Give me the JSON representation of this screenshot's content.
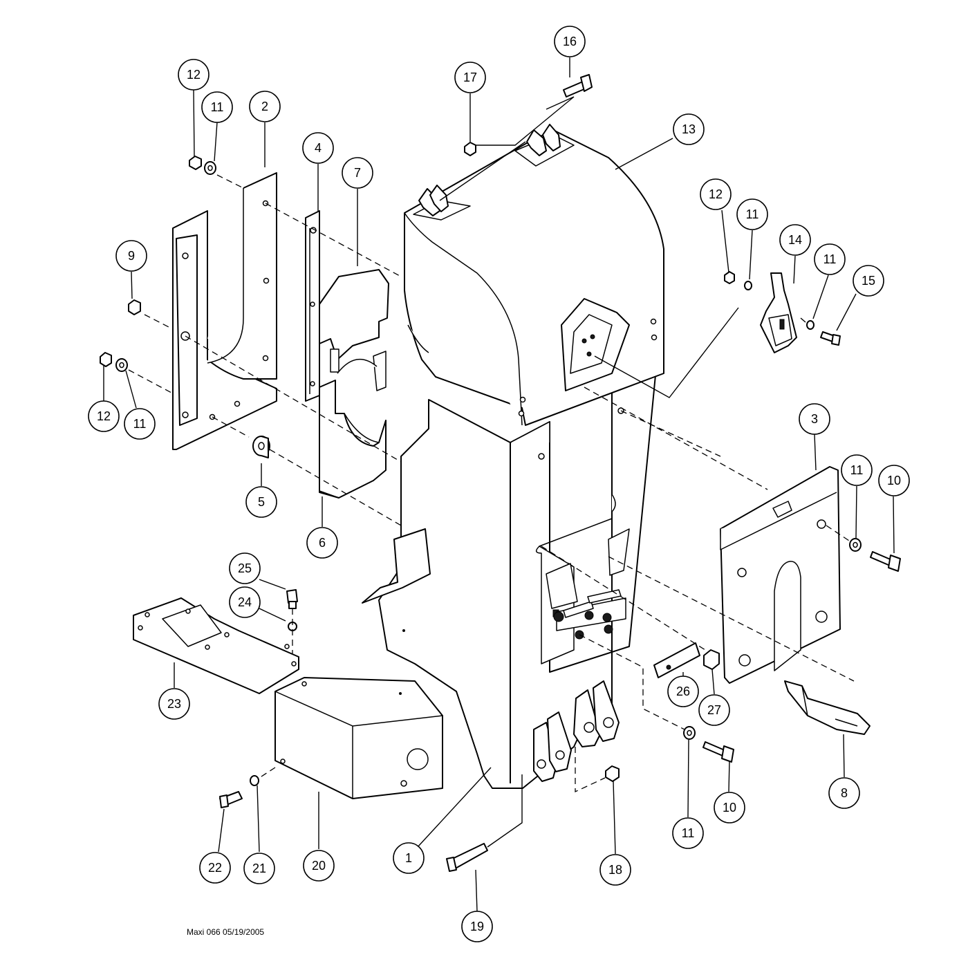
{
  "diagram": {
    "caption": "Maxi 066 05/19/2005",
    "callouts": [
      {
        "id": "c1",
        "label": "1"
      },
      {
        "id": "c2",
        "label": "2"
      },
      {
        "id": "c3",
        "label": "3"
      },
      {
        "id": "c4",
        "label": "4"
      },
      {
        "id": "c5",
        "label": "5"
      },
      {
        "id": "c6",
        "label": "6"
      },
      {
        "id": "c7",
        "label": "7"
      },
      {
        "id": "c8",
        "label": "8"
      },
      {
        "id": "c9",
        "label": "9"
      },
      {
        "id": "c10a",
        "label": "10"
      },
      {
        "id": "c10b",
        "label": "10"
      },
      {
        "id": "c11a",
        "label": "11"
      },
      {
        "id": "c11b",
        "label": "11"
      },
      {
        "id": "c11c",
        "label": "11"
      },
      {
        "id": "c11d",
        "label": "11"
      },
      {
        "id": "c11e",
        "label": "11"
      },
      {
        "id": "c11f",
        "label": "11"
      },
      {
        "id": "c12a",
        "label": "12"
      },
      {
        "id": "c12b",
        "label": "12"
      },
      {
        "id": "c12c",
        "label": "12"
      },
      {
        "id": "c13",
        "label": "13"
      },
      {
        "id": "c14",
        "label": "14"
      },
      {
        "id": "c15",
        "label": "15"
      },
      {
        "id": "c16",
        "label": "16"
      },
      {
        "id": "c17",
        "label": "17"
      },
      {
        "id": "c18",
        "label": "18"
      },
      {
        "id": "c19",
        "label": "19"
      },
      {
        "id": "c20",
        "label": "20"
      },
      {
        "id": "c21",
        "label": "21"
      },
      {
        "id": "c22",
        "label": "22"
      },
      {
        "id": "c23",
        "label": "23"
      },
      {
        "id": "c24",
        "label": "24"
      },
      {
        "id": "c25",
        "label": "25"
      },
      {
        "id": "c26",
        "label": "26"
      },
      {
        "id": "c27",
        "label": "27"
      }
    ]
  }
}
